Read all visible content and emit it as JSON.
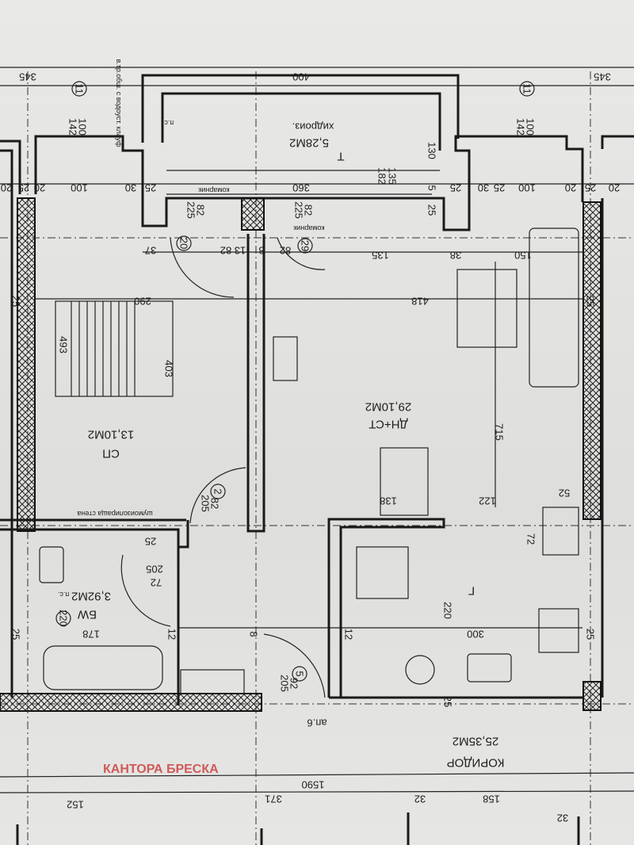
{
  "watermark": "КАНТОРА БРЕСКА",
  "rooms": {
    "terrace": {
      "name": "Т",
      "area": "5,28М2",
      "note": "хидроиз.",
      "number": "29"
    },
    "living": {
      "name": "ДН+СТ",
      "area": "29,10М2"
    },
    "bedroom": {
      "name": "СП",
      "area": "13,10М2"
    },
    "bathroom": {
      "name": "БW",
      "area": "3,92М2"
    },
    "kitchen": {
      "name": "Г"
    },
    "corridor": {
      "name": "КОРИДОР",
      "area": "25,35М2",
      "apartment": "ап.6"
    }
  },
  "notes": {
    "pipe": "в.тр.обш. с водоуст. клауф",
    "mosquito_net": "комарник",
    "soundproof_wall": "шумоизолираща стена",
    "floor_drain": "п.с."
  },
  "markers": [
    "11",
    "11",
    "20",
    "29",
    "2",
    "5",
    "220"
  ],
  "dims": [
    "345",
    "400",
    "345",
    "100",
    "142",
    "100",
    "142",
    "130",
    "135",
    "182",
    "20",
    "25",
    "20",
    "100",
    "30",
    "25",
    "360",
    "5",
    "25",
    "30",
    "25",
    "100",
    "20",
    "25",
    "20",
    "82",
    "225",
    "82",
    "225",
    "25",
    "37",
    "82",
    "13",
    "8",
    "82",
    "135",
    "38",
    "150",
    "25",
    "290",
    "418",
    "25",
    "493",
    "403",
    "715",
    "82",
    "205",
    "138",
    "122",
    "52",
    "72",
    "25",
    "205",
    "72",
    "178",
    "25",
    "12",
    "8",
    "12",
    "220",
    "300",
    "25",
    "92",
    "205",
    "25",
    "1590",
    "152",
    "371",
    "32",
    "158",
    "32"
  ]
}
